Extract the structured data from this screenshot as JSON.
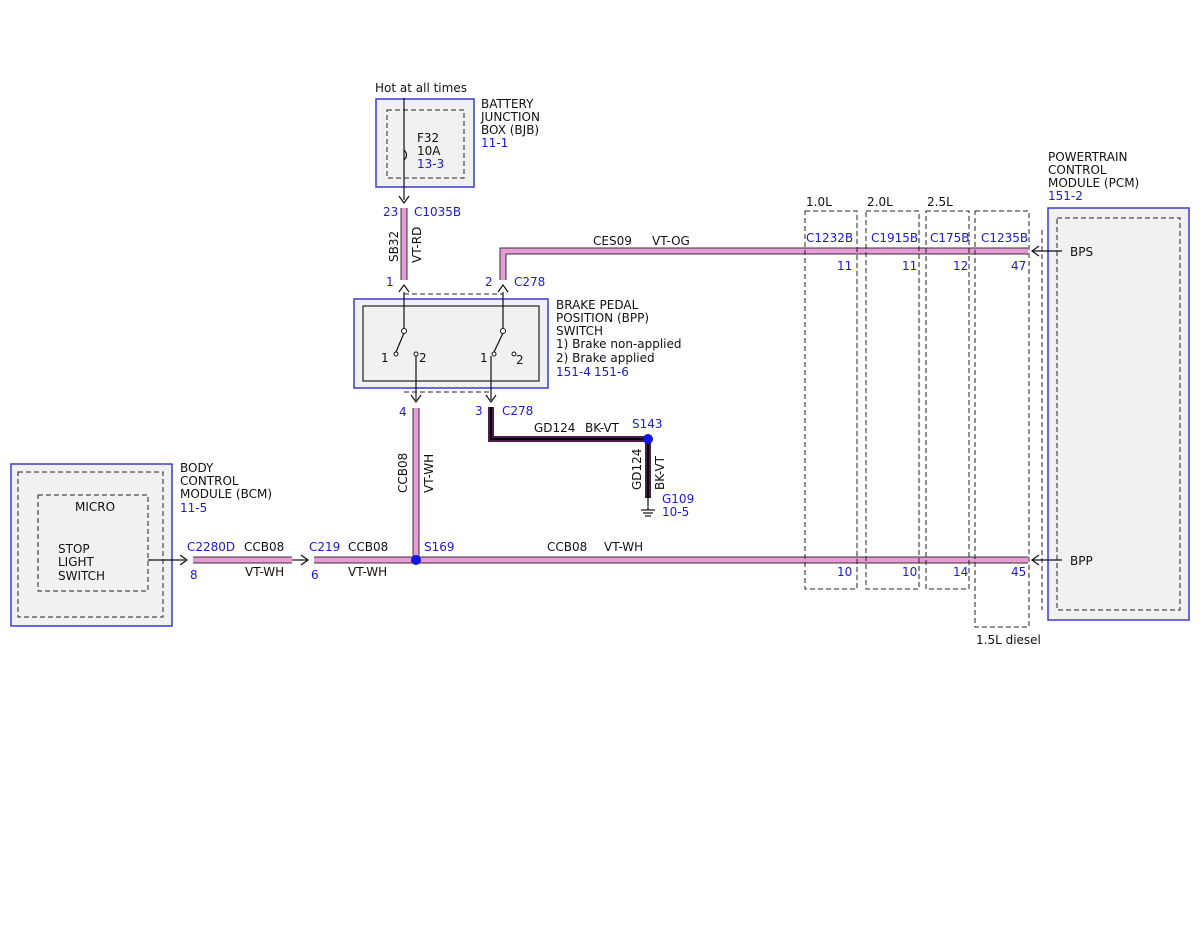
{
  "power": {
    "label": "Hot at all times"
  },
  "bjb": {
    "line1": "BATTERY",
    "line2": "JUNCTION",
    "line3": "BOX (BJB)",
    "ref": "11-1",
    "fuse_name": "F32",
    "fuse_rating": "10A",
    "fuse_ref": "13-3"
  },
  "c1035b": {
    "pin": "23",
    "name": "C1035B"
  },
  "sb32": {
    "circuit": "SB32",
    "color": "VT-RD"
  },
  "bpp": {
    "line1": "BRAKE PEDAL",
    "line2": "POSITION (BPP)",
    "line3": "SWITCH",
    "note1": "1) Brake non-applied",
    "note2": "2) Brake applied",
    "ref1": "151-4",
    "ref2": "151-6",
    "pin_top_left": "1",
    "pin_top_right": "2",
    "top_conn": "C278",
    "pin_bot_left": "4",
    "pin_bot_right": "3",
    "bot_conn": "C278",
    "sw_a1": "1",
    "sw_a2": "2",
    "sw_b1": "1",
    "sw_b2": "2"
  },
  "ces09": {
    "circuit": "CES09",
    "color": "VT-OG"
  },
  "gd124": {
    "circuit": "GD124",
    "color": "BK-VT",
    "circuit_v": "GD124",
    "color_v": "BK-VT"
  },
  "s143": {
    "name": "S143"
  },
  "g109": {
    "name": "G109",
    "ref": "10-5"
  },
  "ccb08_v": {
    "circuit": "CCB08",
    "color": "VT-WH"
  },
  "s169": {
    "name": "S169"
  },
  "bcm": {
    "line1": "BODY",
    "line2": "CONTROL",
    "line3": "MODULE (BCM)",
    "ref": "11-5",
    "micro": "MICRO",
    "sw1": "STOP",
    "sw2": "LIGHT",
    "sw3": "SWITCH"
  },
  "c2280d": {
    "name": "C2280D",
    "pin": "8"
  },
  "c219": {
    "name": "C219",
    "pin": "6"
  },
  "seg1": {
    "circuit": "CCB08",
    "color": "VT-WH"
  },
  "seg2": {
    "circuit": "CCB08",
    "color": "VT-WH"
  },
  "seg3": {
    "circuit": "CCB08",
    "color": "VT-WH"
  },
  "engines": {
    "e1": "1.0L",
    "e2": "2.0L",
    "e3": "2.5L",
    "diesel": "1.5L diesel"
  },
  "pcm_conns": {
    "c1": {
      "name": "C1232B",
      "pin_bps": "11",
      "pin_bpp": "10"
    },
    "c2": {
      "name": "C1915B",
      "pin_bps": "11",
      "pin_bpp": "10"
    },
    "c3": {
      "name": "C175B",
      "pin_bps": "12",
      "pin_bpp": "14"
    },
    "c4": {
      "name": "C1235B",
      "pin_bps": "47",
      "pin_bpp": "45"
    }
  },
  "pcm": {
    "line1": "POWERTRAIN",
    "line2": "CONTROL",
    "line3": "MODULE (PCM)",
    "ref": "151-2",
    "bps": "BPS",
    "bpp": "BPP"
  },
  "colors": {
    "wire_pink": "#e79ad6",
    "wire_dark": "#4a1c4a",
    "ref_blue": "#1a1ad6",
    "splice_blue": "#1515e0"
  }
}
